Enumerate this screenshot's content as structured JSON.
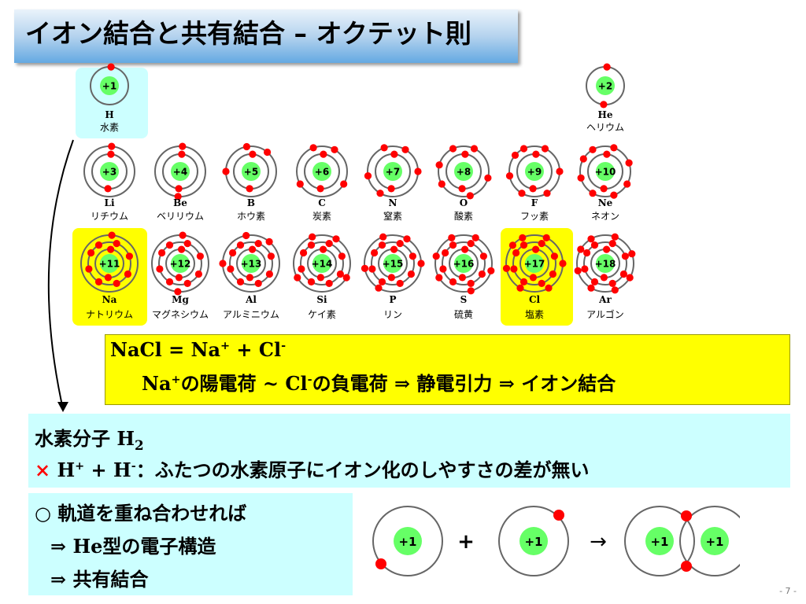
{
  "title": "イオン結合と共有結合 – オクテット則",
  "page_number": "- 7 -",
  "colors": {
    "nucleus": "#66ff66",
    "electron": "#ff0000",
    "shell": "#666666",
    "highlight_h": "#ccffff",
    "highlight_na_cl": "#ffff00",
    "equation_box": "#ffff00",
    "info_box": "#ccffff"
  },
  "elements": [
    {
      "symbol": "H",
      "name": "水素",
      "charge": "+1",
      "shells": [
        1
      ]
    },
    {
      "symbol": "He",
      "name": "ヘリウム",
      "charge": "+2",
      "shells": [
        2
      ]
    },
    {
      "symbol": "Li",
      "name": "リチウム",
      "charge": "+3",
      "shells": [
        2,
        1
      ]
    },
    {
      "symbol": "Be",
      "name": "ベリリウム",
      "charge": "+4",
      "shells": [
        2,
        2
      ]
    },
    {
      "symbol": "B",
      "name": "ホウ素",
      "charge": "+5",
      "shells": [
        2,
        3
      ]
    },
    {
      "symbol": "C",
      "name": "炭素",
      "charge": "+6",
      "shells": [
        2,
        4
      ]
    },
    {
      "symbol": "N",
      "name": "窒素",
      "charge": "+7",
      "shells": [
        2,
        5
      ]
    },
    {
      "symbol": "O",
      "name": "酸素",
      "charge": "+8",
      "shells": [
        2,
        6
      ]
    },
    {
      "symbol": "F",
      "name": "フッ素",
      "charge": "+9",
      "shells": [
        2,
        7
      ]
    },
    {
      "symbol": "Ne",
      "name": "ネオン",
      "charge": "+10",
      "shells": [
        2,
        8
      ]
    },
    {
      "symbol": "Na",
      "name": "ナトリウム",
      "charge": "+11",
      "shells": [
        2,
        8,
        1
      ]
    },
    {
      "symbol": "Mg",
      "name": "マグネシウム",
      "charge": "+12",
      "shells": [
        2,
        8,
        2
      ]
    },
    {
      "symbol": "Al",
      "name": "アルミニウム",
      "charge": "+13",
      "shells": [
        2,
        8,
        3
      ]
    },
    {
      "symbol": "Si",
      "name": "ケイ素",
      "charge": "+14",
      "shells": [
        2,
        8,
        4
      ]
    },
    {
      "symbol": "P",
      "name": "リン",
      "charge": "+15",
      "shells": [
        2,
        8,
        5
      ]
    },
    {
      "symbol": "S",
      "name": "硫黄",
      "charge": "+16",
      "shells": [
        2,
        8,
        6
      ]
    },
    {
      "symbol": "Cl",
      "name": "塩素",
      "charge": "+17",
      "shells": [
        2,
        8,
        7
      ]
    },
    {
      "symbol": "Ar",
      "name": "アルゴン",
      "charge": "+18",
      "shells": [
        2,
        8,
        8
      ]
    }
  ],
  "ionic": {
    "line1": {
      "a": "NaCl = Na",
      "a_sup": "+",
      "b": " + Cl",
      "b_sup": "-"
    },
    "line2": {
      "a": "Na",
      "a_sup": "+",
      "b": "の陽電荷 ~ Cl",
      "b_sup": "-",
      "c": "の負電荷 ⇒ 静電引力 ⇒ イオン結合"
    }
  },
  "hydrogen": {
    "line1": {
      "text": "水素分子 H",
      "sub": "2"
    },
    "line2": {
      "mark": "×",
      "a": " H",
      "a_sup": "+",
      "b": " + H",
      "b_sup": "-",
      "c": "：ふたつの水素原子にイオン化のしやすさの差が無い"
    }
  },
  "covalent": {
    "line1": "○ 軌道を重ね合わせれば",
    "line2": "⇒ He型の電子構造",
    "line3": "⇒ 共有結合"
  },
  "h2_diagram": {
    "charge": "+1",
    "plus": "+",
    "arrow": "→"
  }
}
